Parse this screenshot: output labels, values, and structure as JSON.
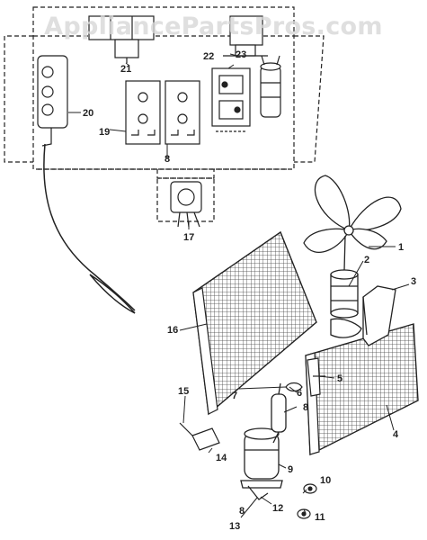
{
  "watermark": "AppliancePartsPros.com",
  "callouts": [
    {
      "id": "1",
      "text": "1"
    },
    {
      "id": "2",
      "text": "2"
    },
    {
      "id": "3",
      "text": "3"
    },
    {
      "id": "4",
      "text": "4"
    },
    {
      "id": "5",
      "text": "5"
    },
    {
      "id": "6",
      "text": "6"
    },
    {
      "id": "7",
      "text": "7"
    },
    {
      "id": "8a",
      "text": "8"
    },
    {
      "id": "8b",
      "text": "8"
    },
    {
      "id": "8c",
      "text": "8"
    },
    {
      "id": "9",
      "text": "9"
    },
    {
      "id": "10",
      "text": "10"
    },
    {
      "id": "11",
      "text": "11"
    },
    {
      "id": "12",
      "text": "12"
    },
    {
      "id": "13",
      "text": "13"
    },
    {
      "id": "14",
      "text": "14"
    },
    {
      "id": "15",
      "text": "15"
    },
    {
      "id": "16",
      "text": "16"
    },
    {
      "id": "17",
      "text": "17"
    },
    {
      "id": "19",
      "text": "19"
    },
    {
      "id": "20",
      "text": "20"
    },
    {
      "id": "21",
      "text": "21"
    },
    {
      "id": "22",
      "text": "22"
    },
    {
      "id": "23",
      "text": "23"
    }
  ]
}
